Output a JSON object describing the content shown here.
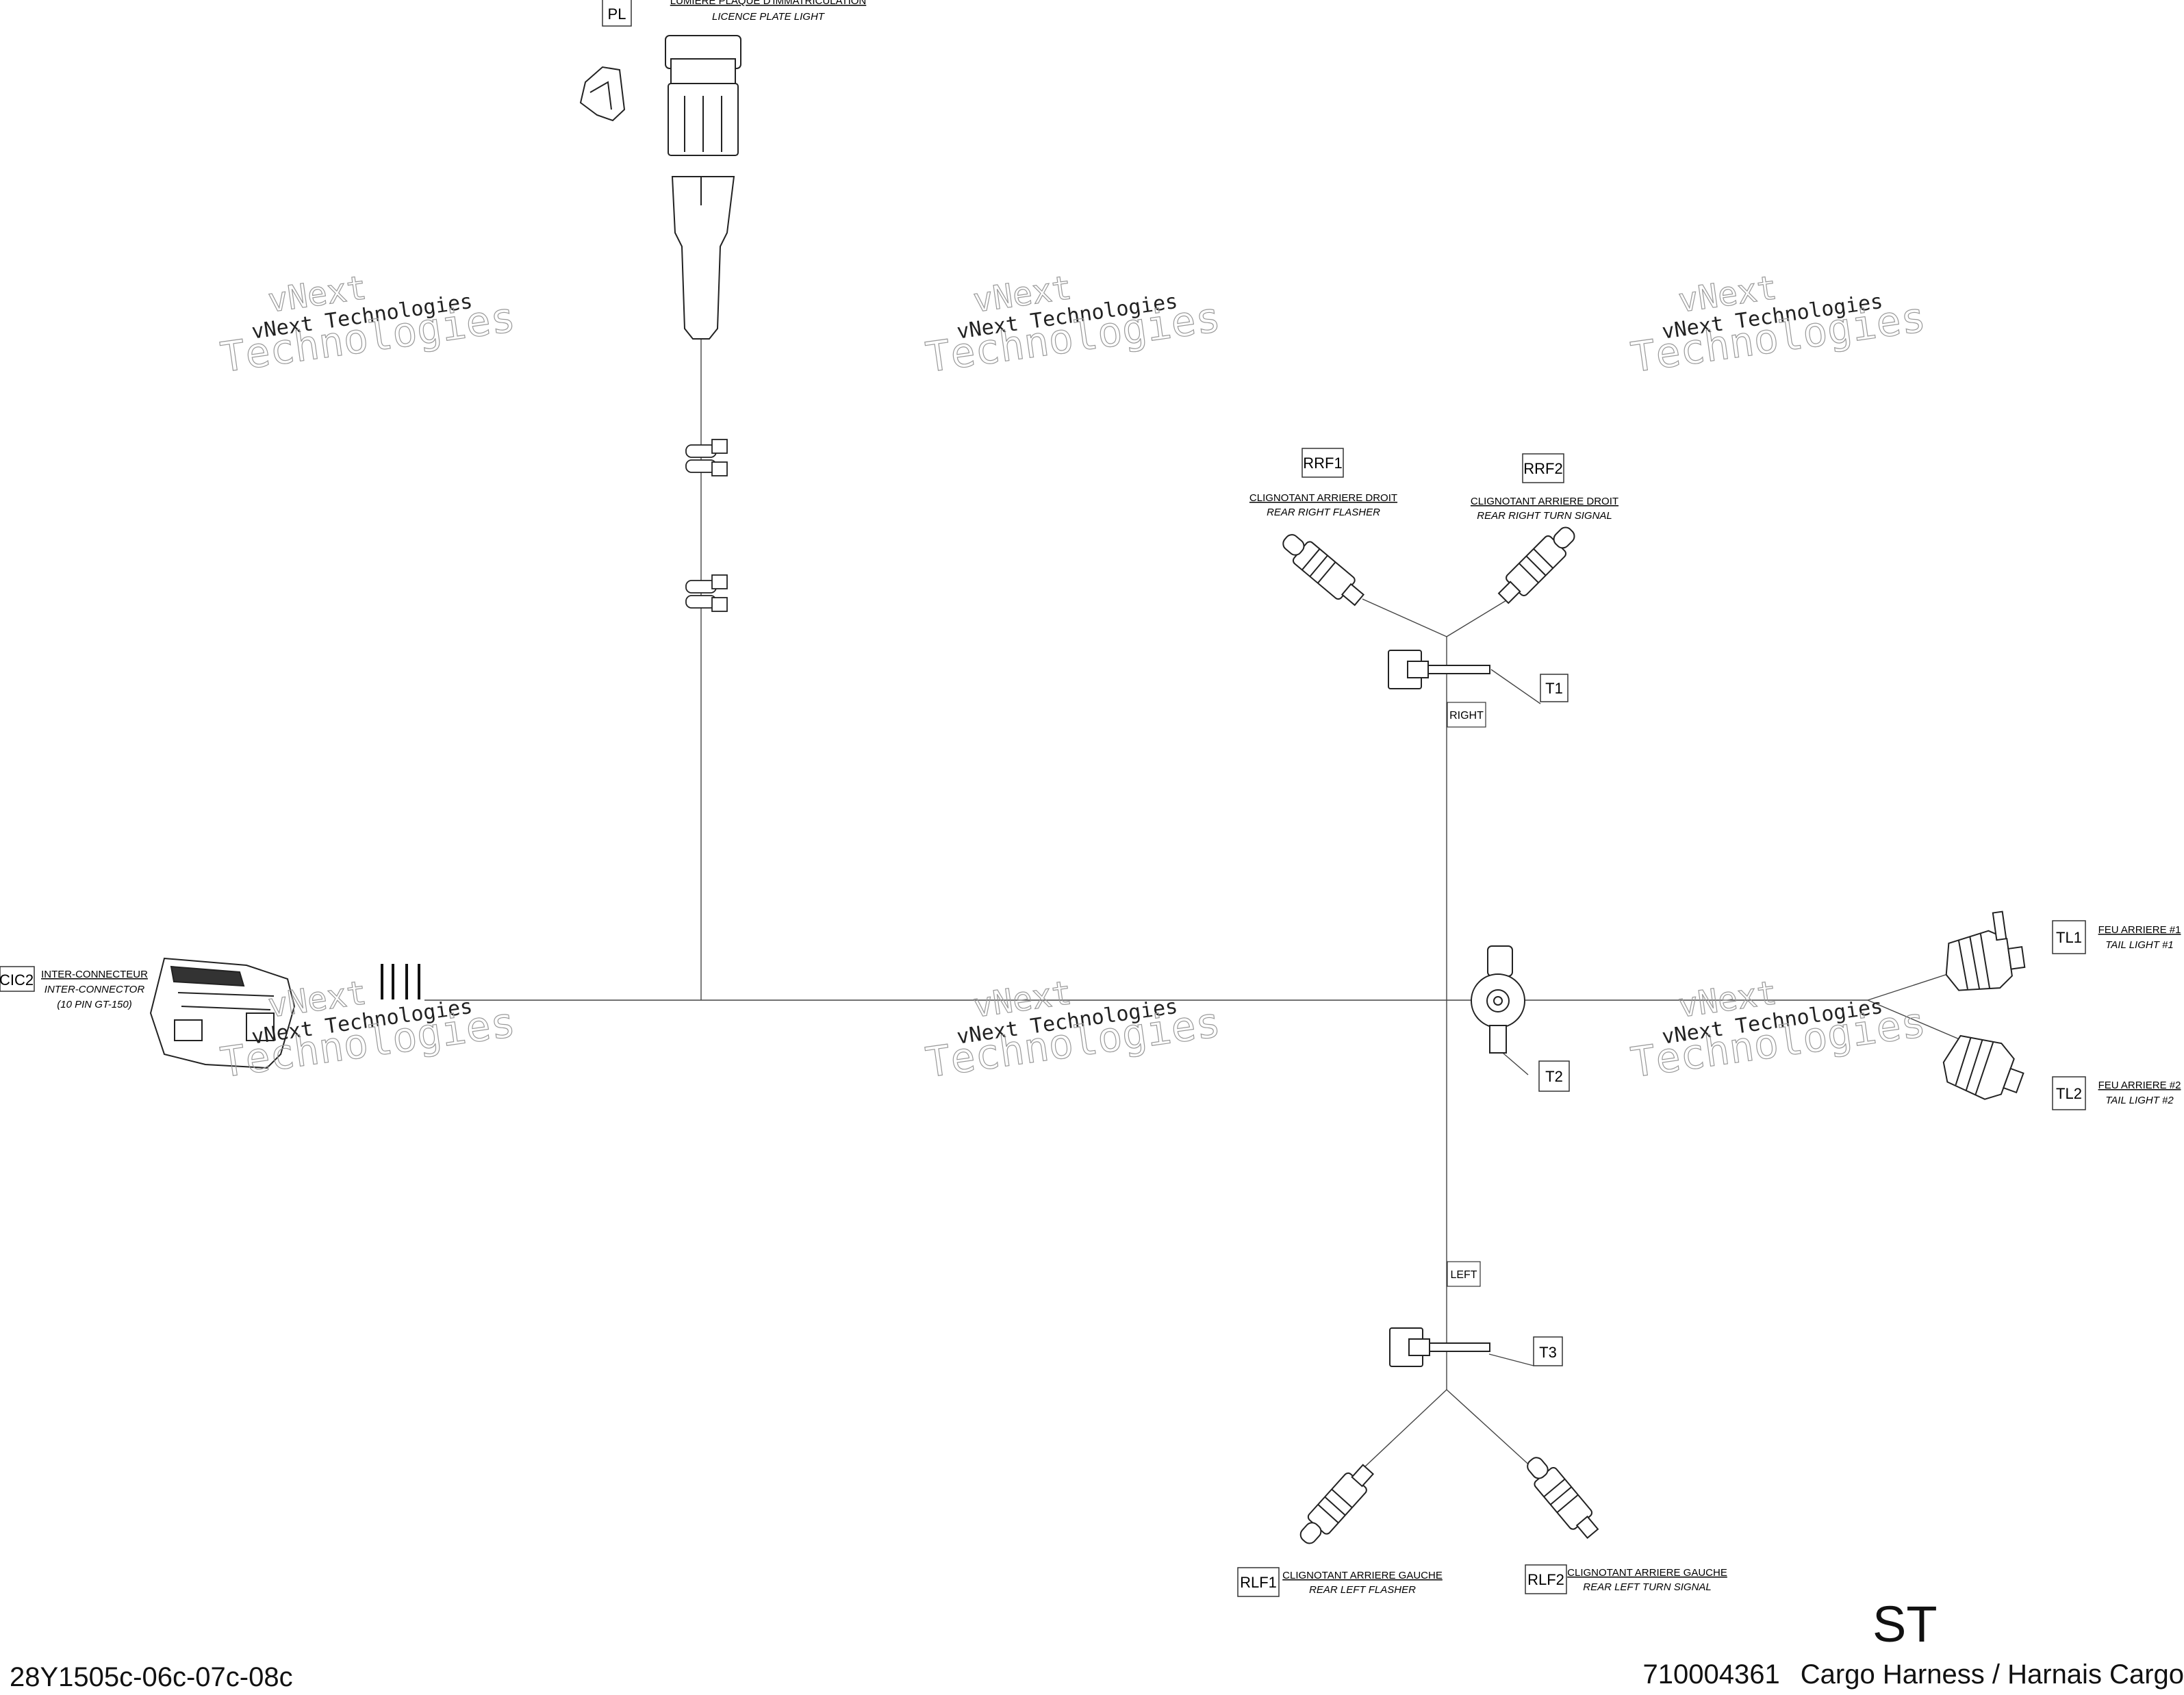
{
  "connectors": {
    "PL": {
      "id": "PL",
      "fr": "LUMIERE PLAQUE D'IMMATRICULATION",
      "en": "LICENCE PLATE LIGHT"
    },
    "CIC2": {
      "id": "CIC2",
      "fr": "INTER-CONNECTEUR",
      "en": "INTER-CONNECTOR",
      "note": "(10 PIN GT-150)"
    },
    "RRF1": {
      "id": "RRF1",
      "fr": "CLIGNOTANT ARRIERE DROIT",
      "en": "REAR RIGHT FLASHER"
    },
    "RRF2": {
      "id": "RRF2",
      "fr": "CLIGNOTANT ARRIERE DROIT",
      "en": "REAR RIGHT TURN SIGNAL"
    },
    "TL1": {
      "id": "TL1",
      "fr": "FEU ARRIERE #1",
      "en": "TAIL LIGHT #1"
    },
    "TL2": {
      "id": "TL2",
      "fr": "FEU ARRIERE #2",
      "en": "TAIL LIGHT #2"
    },
    "RLF1": {
      "id": "RLF1",
      "fr": "CLIGNOTANT ARRIERE GAUCHE",
      "en": "REAR LEFT FLASHER"
    },
    "RLF2": {
      "id": "RLF2",
      "fr": "CLIGNOTANT ARRIERE GAUCHE",
      "en": "REAR LEFT TURN SIGNAL"
    }
  },
  "terminals": {
    "T1": "T1",
    "T2": "T2",
    "T3": "T3"
  },
  "branch_tags": {
    "right": "RIGHT",
    "left": "LEFT"
  },
  "watermark": {
    "line1": "vNext Technologies",
    "line2": "vNext",
    "line3": "Technologies"
  },
  "footer": {
    "ref": "28Y1505c-06c-07c-08c",
    "part_number": "710004361",
    "title": "Cargo Harness /  Harnais Cargo",
    "variant": "ST"
  }
}
